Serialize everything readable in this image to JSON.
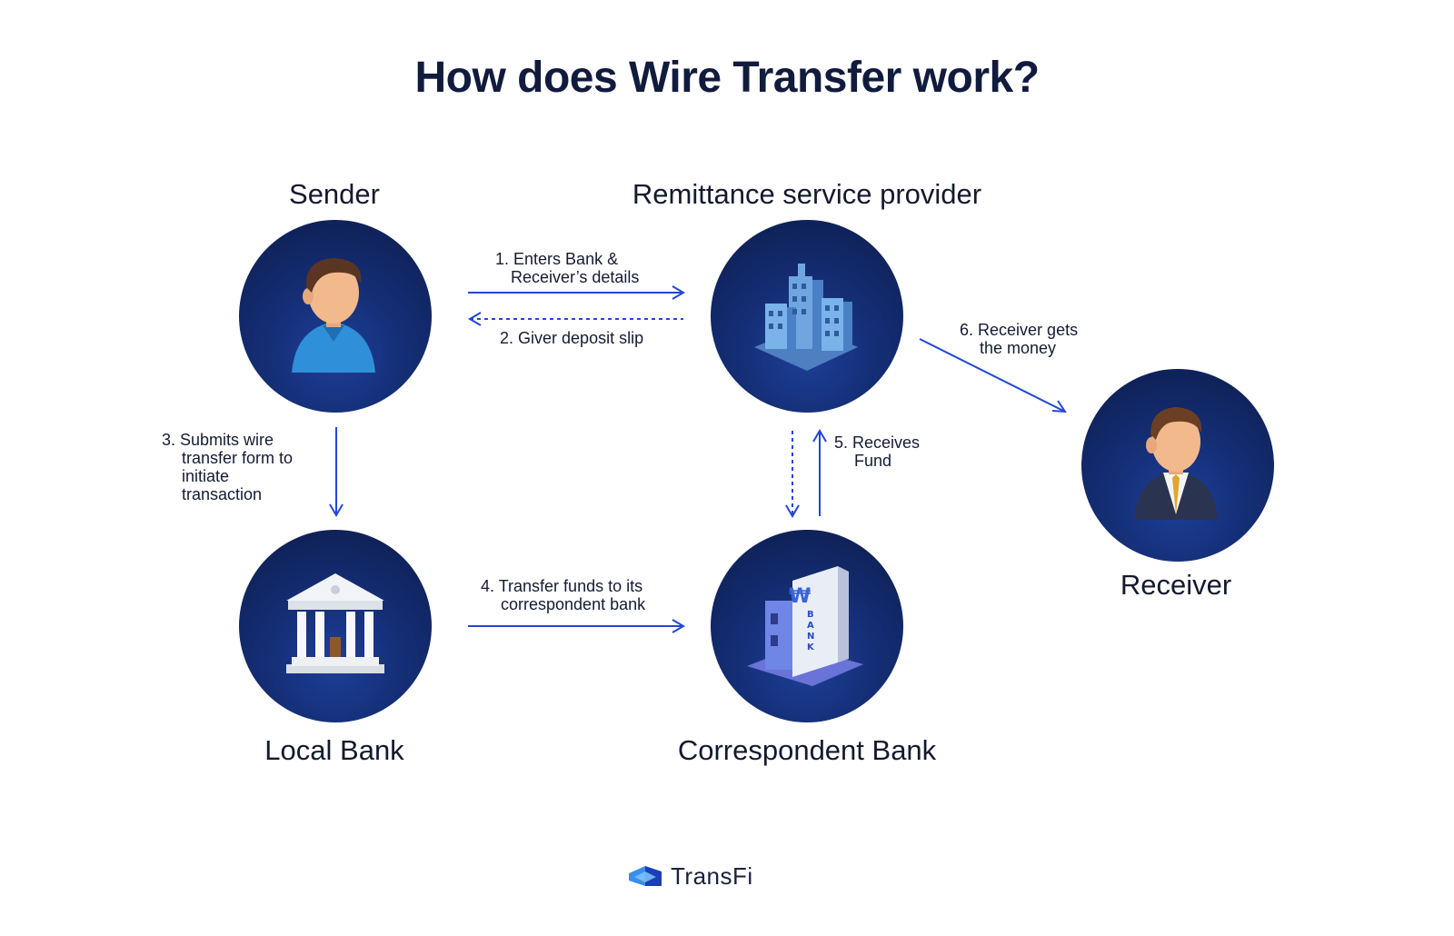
{
  "title": "How does Wire Transfer work?",
  "nodes": {
    "sender": "Sender",
    "remittance": "Remittance service provider",
    "receiver": "Receiver",
    "local_bank": "Local Bank",
    "correspondent_bank": "Correspondent Bank"
  },
  "steps": {
    "s1": {
      "num": "1.",
      "line1": "Enters Bank &",
      "line2": "Receiver’s details"
    },
    "s2": {
      "num": "2.",
      "line1": "Giver deposit slip"
    },
    "s3": {
      "num": "3.",
      "line1": "Submits wire",
      "line2": "transfer form to",
      "line3": "initiate",
      "line4": "transaction"
    },
    "s4": {
      "num": "4.",
      "line1": "Transfer funds to its",
      "line2": "correspondent bank"
    },
    "s5": {
      "num": "5.",
      "line1": "Receives",
      "line2": "Fund"
    },
    "s6": {
      "num": "6.",
      "line1": "Receiver gets",
      "line2": "the money"
    }
  },
  "brand": {
    "name": "TransFi"
  },
  "colors": {
    "arrow": "#2446d8",
    "circle_dark": "#0d1b4a",
    "circle_light": "#1d3f98"
  },
  "icons": {
    "sender": "person-blue-shirt-icon",
    "remittance": "office-buildings-icon",
    "receiver": "businessman-icon",
    "local_bank": "classical-bank-icon",
    "correspondent_bank": "bank-building-icon"
  }
}
